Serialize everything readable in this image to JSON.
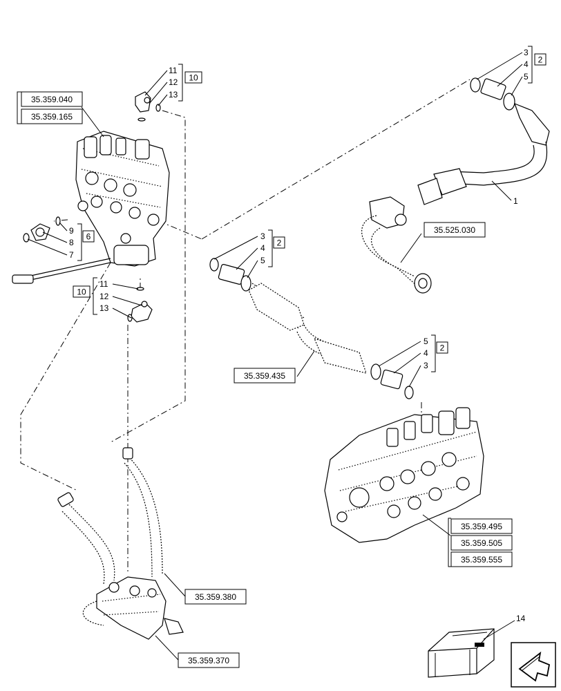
{
  "refs": {
    "r_35359040": "35.359.040",
    "r_35359165": "35.359.165",
    "r_35525030": "35.525.030",
    "r_35359435": "35.359.435",
    "r_35359495": "35.359.495",
    "r_35359505": "35.359.505",
    "r_35359555": "35.359.555",
    "r_35359380": "35.359.380",
    "r_35359370": "35.359.370"
  },
  "groups": {
    "g10_top": "10",
    "g10_mid": "10",
    "g6": "6",
    "g2_top": "2",
    "g2_mid": "2",
    "g2_low": "2"
  },
  "callouts": {
    "n11a": "11",
    "n12a": "12",
    "n13a": "13",
    "n11b": "11",
    "n12b": "12",
    "n13b": "13",
    "n9": "9",
    "n8": "8",
    "n7": "7",
    "n3a": "3",
    "n4a": "4",
    "n5a": "5",
    "n3b": "3",
    "n4b": "4",
    "n5b": "5",
    "n5c": "5",
    "n4c": "4",
    "n3c": "3",
    "n1": "1",
    "n14": "14"
  },
  "icons": {
    "nav_arrow": "navigation-arrow-icon"
  }
}
